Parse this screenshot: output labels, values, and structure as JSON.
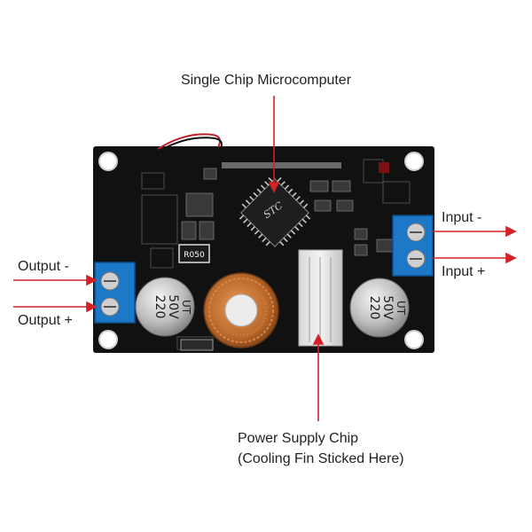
{
  "labels": {
    "top": "Single Chip Microcomputer",
    "output_minus": "Output -",
    "output_plus": "Output +",
    "input_minus": "Input -",
    "input_plus": "Input +",
    "bottom_line1": "Power Supply Chip",
    "bottom_line2": "(Cooling Fin Sticked Here)"
  },
  "board_text": {
    "chip_brand": "STC",
    "resistor": "R050",
    "capacitor_left_value": "220",
    "capacitor_left_voltage": "50V",
    "capacitor_left_mark": "UT",
    "capacitor_right_value": "220",
    "capacitor_right_voltage": "50V",
    "capacitor_right_mark": "UT"
  },
  "colors": {
    "arrow": "#d42027",
    "pcb": "#111111",
    "terminal": "#1e78c8",
    "copper": "#b86a2c"
  }
}
